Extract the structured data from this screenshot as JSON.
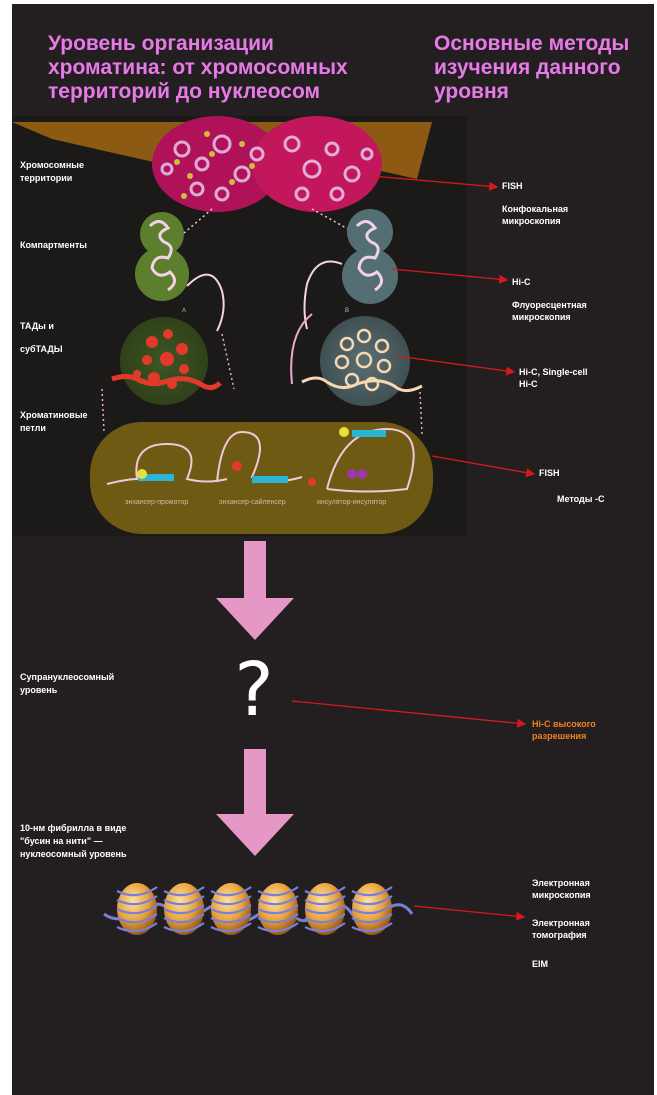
{
  "headings": {
    "left": "Уровень организации\nхроматина: от хромосомных\nтерриторий до нуклеосом",
    "right": "Основные методы\nизучения данного\nуровня"
  },
  "levels": {
    "territories": "Хромосомные\nтерритории",
    "compartments": "Компартменты",
    "tads_1": "ТАДы и",
    "tads_2": "субТАДЫ",
    "loops": "Хроматиновые\nпетли",
    "supranucleosomal": "Супрануклеосомный\nуровень",
    "nucleosomal": "10-нм фибрилла в виде\n\"бусин на нити\" —\nнуклеосомный уровень"
  },
  "methods": {
    "fish": "FISH",
    "confocal": "Конфокальная\nмикроскопия",
    "hic": "Hi-C",
    "fluorescence": "Флуоресцентная\nмикроскопия",
    "hic_single": "Hi-C, Single-cell\nHi-C",
    "fish_2": "FISH",
    "c_methods": "Методы -С",
    "hic_high": "Hi-C высокого\nразрешения",
    "em": "Электронная\nмикроскопия",
    "et": "Электронная\nтомография",
    "eim": "EIM"
  },
  "diagram": {
    "compartment_a": "A",
    "compartment_b": "B",
    "loop_enhancer_promoter": "энхансер-промотор",
    "loop_enhancer_silencer": "энхансер-сайленсер",
    "loop_insulator_insulator": "инсулятор-инсулятор",
    "question_mark": "?"
  },
  "colors": {
    "heading": "#e879e8",
    "arrow_pink": "#e597c6",
    "pointer_red": "#d7191c",
    "highlight_orange": "#f0821e",
    "loop_band": "#6e5a13",
    "territory_magenta": "#c2185b",
    "compartment_a": "#5c7f2e",
    "compartment_b": "#546f73"
  }
}
